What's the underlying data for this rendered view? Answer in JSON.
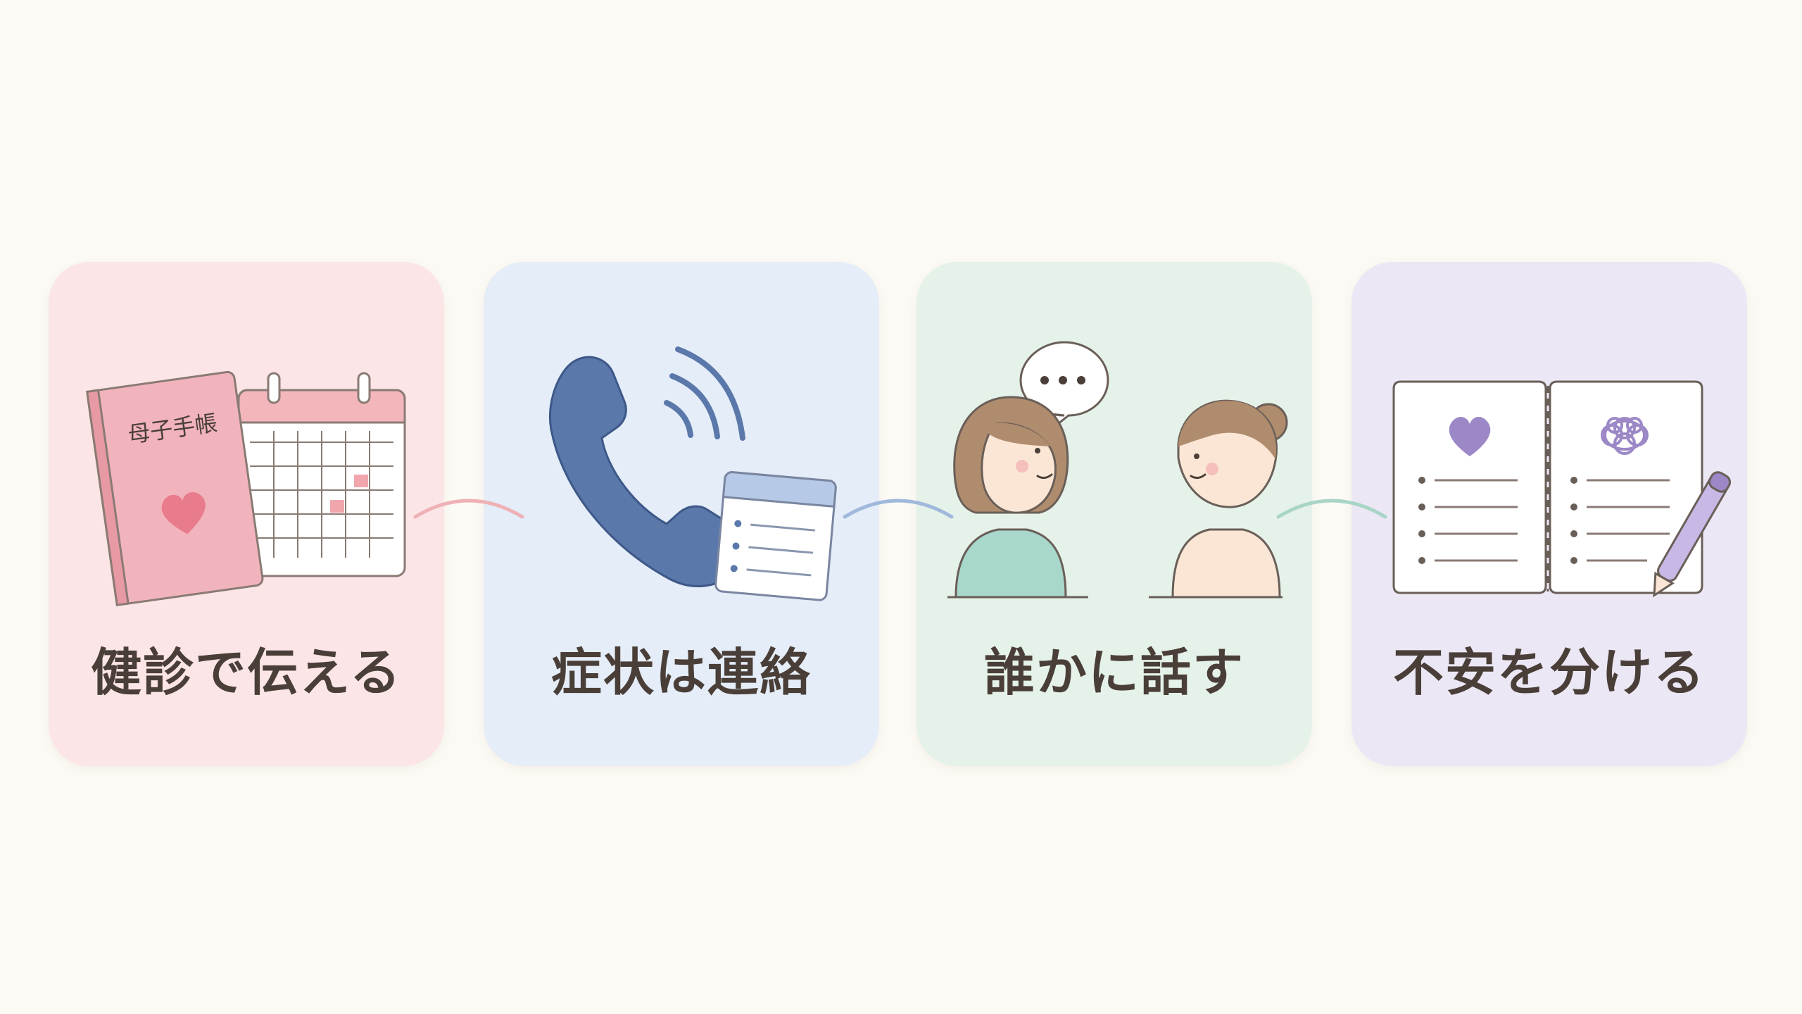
{
  "steps": [
    {
      "label": "健診で伝える",
      "book_title": "母子手帳",
      "bg_color": "#fbe5e6",
      "accent_color": "#eaa2a8",
      "icons": [
        "handbook-icon",
        "calendar-icon",
        "heart-icon"
      ]
    },
    {
      "label": "症状は連絡",
      "bg_color": "#e4edf8",
      "accent_color": "#5a78aa",
      "icons": [
        "phone-icon",
        "signal-waves-icon",
        "memo-list-icon"
      ]
    },
    {
      "label": "誰かに話す",
      "bg_color": "#e5f2e9",
      "accent_color": "#a8d8cc",
      "icons": [
        "woman-talking-icon",
        "speech-bubble-icon",
        "woman-listening-icon"
      ]
    },
    {
      "label": "不安を分ける",
      "bg_color": "#ece7f5",
      "accent_color": "#9c88c6",
      "icons": [
        "open-notebook-icon",
        "heart-icon",
        "scribble-icon",
        "pen-icon"
      ]
    }
  ],
  "connectors": [
    {
      "color": "#eeb1b5"
    },
    {
      "color": "#9fb8dc"
    },
    {
      "color": "#a9d5c6"
    }
  ]
}
